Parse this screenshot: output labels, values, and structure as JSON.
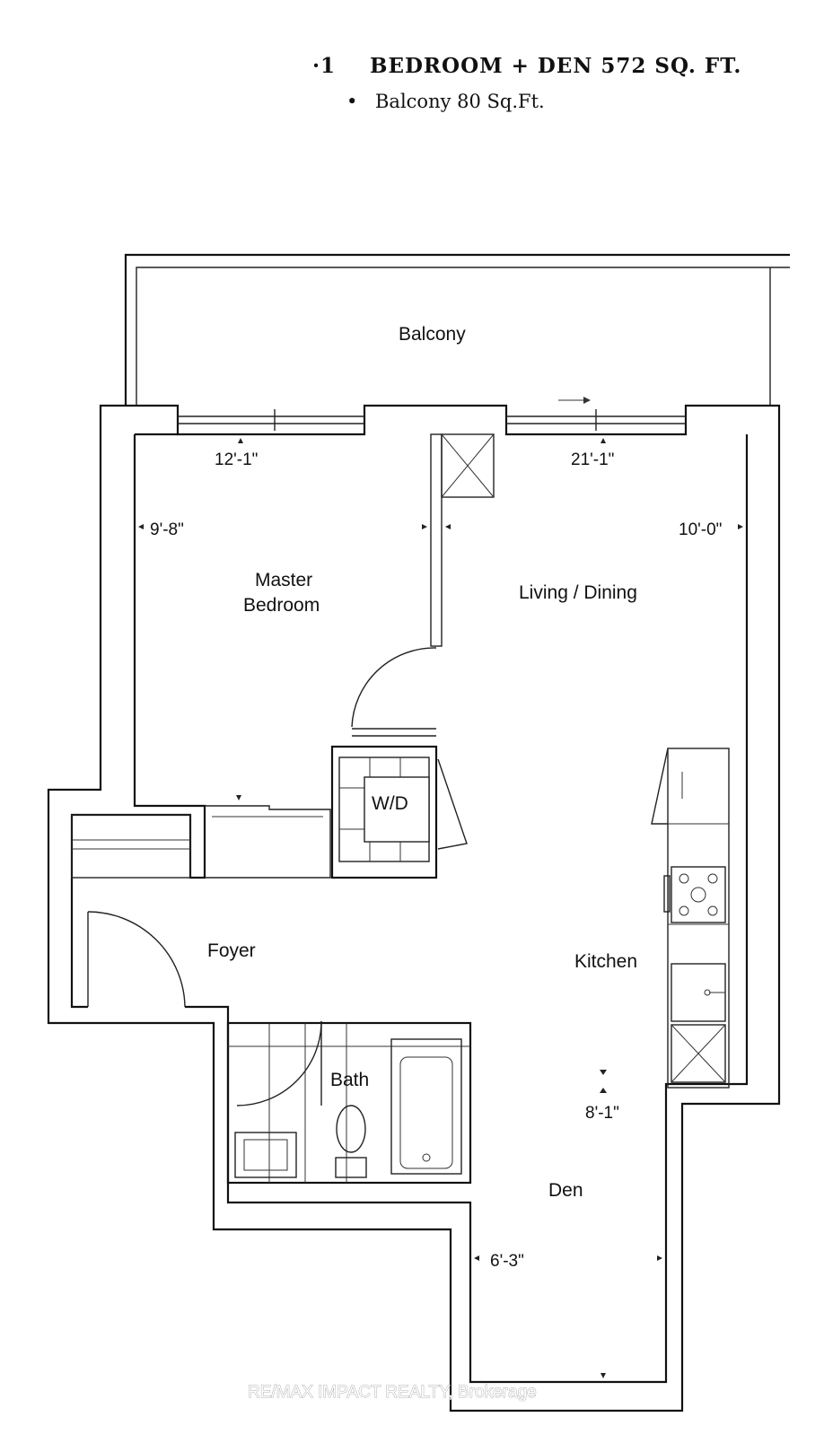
{
  "header": {
    "unit_title": "BEDROOM + DEN 572 SQ. FT.",
    "balcony_area": "Balcony 80 Sq.Ft."
  },
  "rooms": {
    "balcony": "Balcony",
    "master_bedroom_line1": "Master",
    "master_bedroom_line2": "Bedroom",
    "living_dining": "Living / Dining",
    "washer_dryer": "W/D",
    "foyer": "Foyer",
    "kitchen": "Kitchen",
    "bath": "Bath",
    "den": "Den"
  },
  "dimensions": {
    "bedroom_width": "12'-1\"",
    "bedroom_depth": "9'-8\"",
    "living_width": "21'-1\"",
    "living_depth": "10'-0\"",
    "den_depth": "8'-1\"",
    "den_width": "6'-3\""
  },
  "watermark": "RE/MAX IMPACT REALTY, Brokerage"
}
